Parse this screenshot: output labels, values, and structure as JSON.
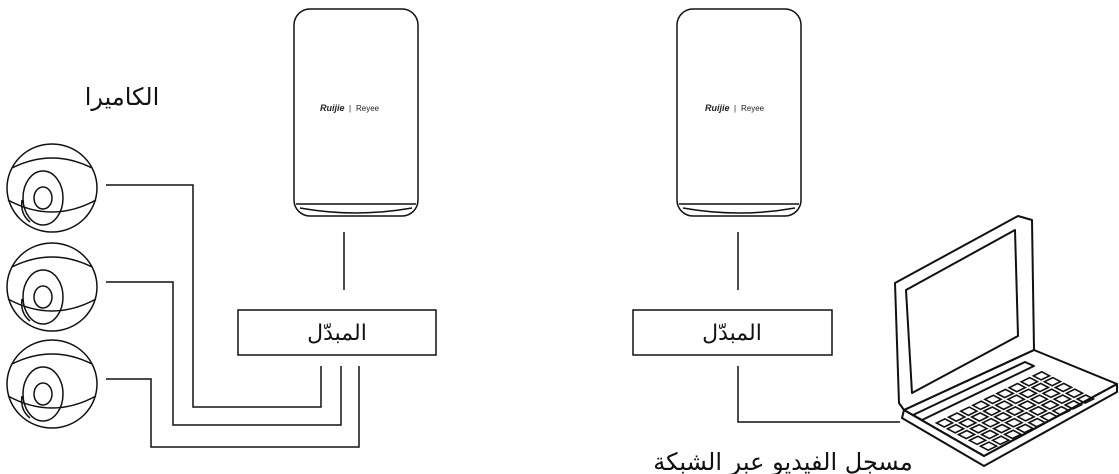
{
  "camera_label": "الكاميرا",
  "switch_left_label": "المبدّل",
  "switch_right_label": "المبدّل",
  "nvr_label": "مسجل الفيديو عبر الشبكة",
  "ap_brand": "Ruijie",
  "ap_sub_brand": "Reyee",
  "brand_separator": "|"
}
